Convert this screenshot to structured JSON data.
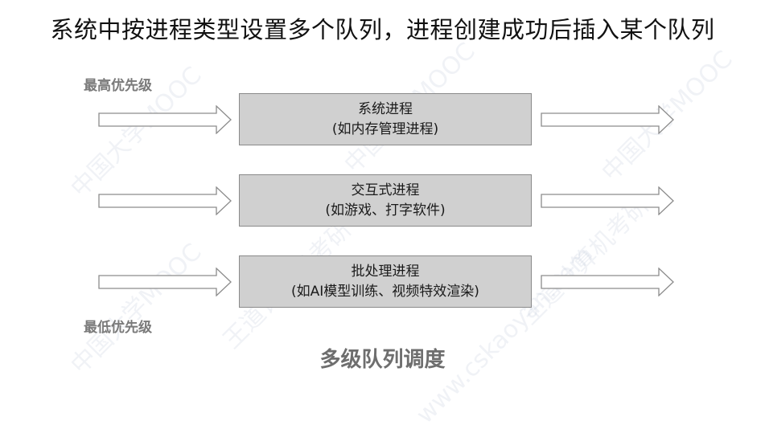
{
  "header": {
    "title": "系统中按进程类型设置多个队列，进程创建成功后插入某个队列"
  },
  "priority_labels": {
    "highest": "最高优先级",
    "lowest": "最低优先级"
  },
  "queues": [
    {
      "name": "系统进程",
      "example": "(如内存管理进程)"
    },
    {
      "name": "交互式进程",
      "example": "(如游戏、打字软件)"
    },
    {
      "name": "批处理进程",
      "example": "(如AI模型训练、视频特效渲染)"
    }
  ],
  "caption": "多级队列调度",
  "icons": {
    "arrow": "right-block-arrow"
  },
  "colors": {
    "box_fill": "#d0d0d0",
    "box_border": "#8a8a8a",
    "arrow_stroke": "#8c8c8c",
    "label_gray": "#7a7a7a"
  },
  "watermark": {
    "texts": [
      "中国大学MOOC",
      "王道计算机考研",
      "www.cskaoyan.com"
    ]
  }
}
